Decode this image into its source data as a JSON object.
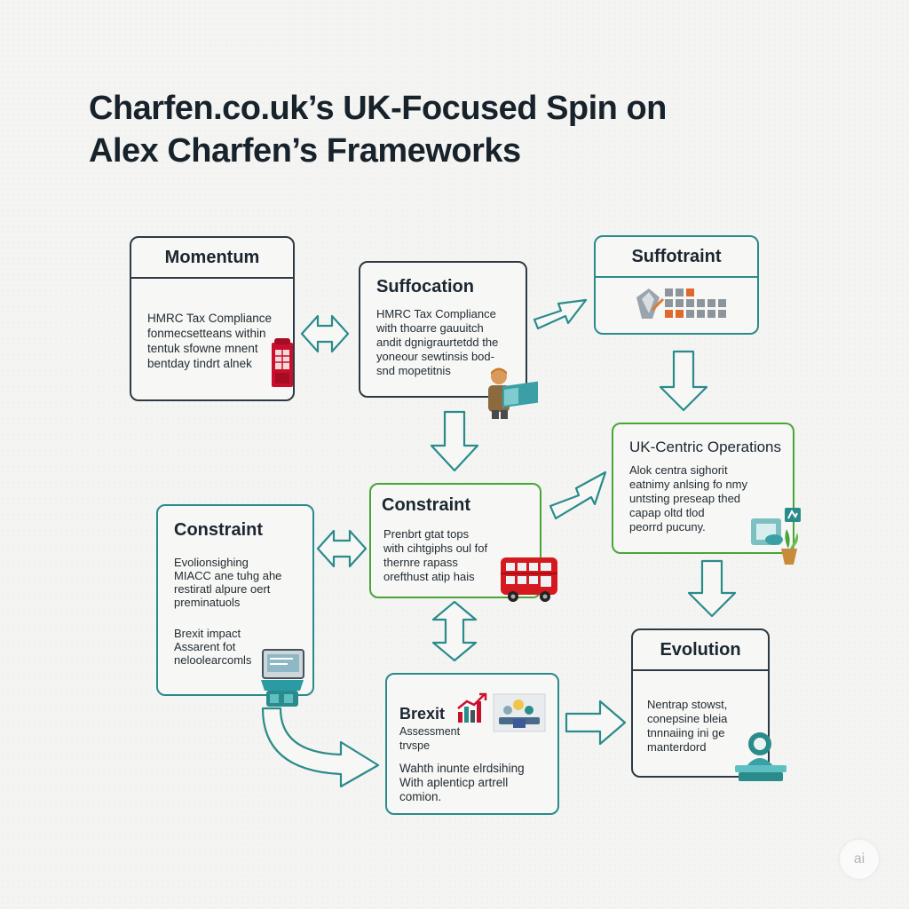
{
  "title": {
    "line1": "Charfen.co.uk’s UK-Focused Spin on",
    "line2": "Alex Charfen’s Frameworks"
  },
  "boxes": {
    "momentum": {
      "title": "Momentum",
      "text": "HMRC Tax Compliance\nfonmecsetteans within\ntentuk sfowne mnent\nbentday tindrt alnek"
    },
    "suffocation": {
      "title": "Suffocation",
      "text": "HMRC Tax Compliance\nwith thoarre gauuitch\nandit dgnigraurtetdd the\nyoneour sewtinsis bod-\nsnd mopetitnis"
    },
    "suffotraint": {
      "title": "Suffotraint"
    },
    "uk_centric": {
      "title": "UK-Centric Operations",
      "text": "Alok centra sighorit\neatnimy anlsing fo nmy\nuntsting preseap thed\ncapap oltd tlod\npeorrd pucuny."
    },
    "constraint_center": {
      "title": "Constraint",
      "text": "Prenbrt gtat tops\nwith cihtgiphs oul fof\nthernre rapass\norefthust atip hais"
    },
    "constraint_left": {
      "title": "Constraint",
      "text1": "Evolionsighing\nMIACC ane tuhg ahe\nrestiratl alpure oert\npreminatuols",
      "text2": "Brexit impact\nAssarent fot\nneloolearcomls"
    },
    "evolution": {
      "title": "Evolution",
      "text": "Nentrap stowst,\nconepsine bleia\ntnnnaiing ini ge\nmanterdord"
    },
    "brexit": {
      "title": "Brexit",
      "subtitle": "Assessment\ntrvspe",
      "text": "Wahth inunte elrdsihing\nWith aplenticp artrell\ncomion."
    }
  },
  "watermark": "ai",
  "colors": {
    "teal": "#2a8b8b",
    "green": "#4aa43a",
    "dark": "#2d3a44",
    "red": "#c8102e"
  },
  "icons": [
    "telephone-box-icon",
    "person-with-book-icon",
    "blocks-chart-icon",
    "money-plant-icon",
    "double-decker-bus-icon",
    "computer-terminal-icon",
    "bar-chart-icon",
    "meeting-icon",
    "advisor-at-desk-icon"
  ]
}
